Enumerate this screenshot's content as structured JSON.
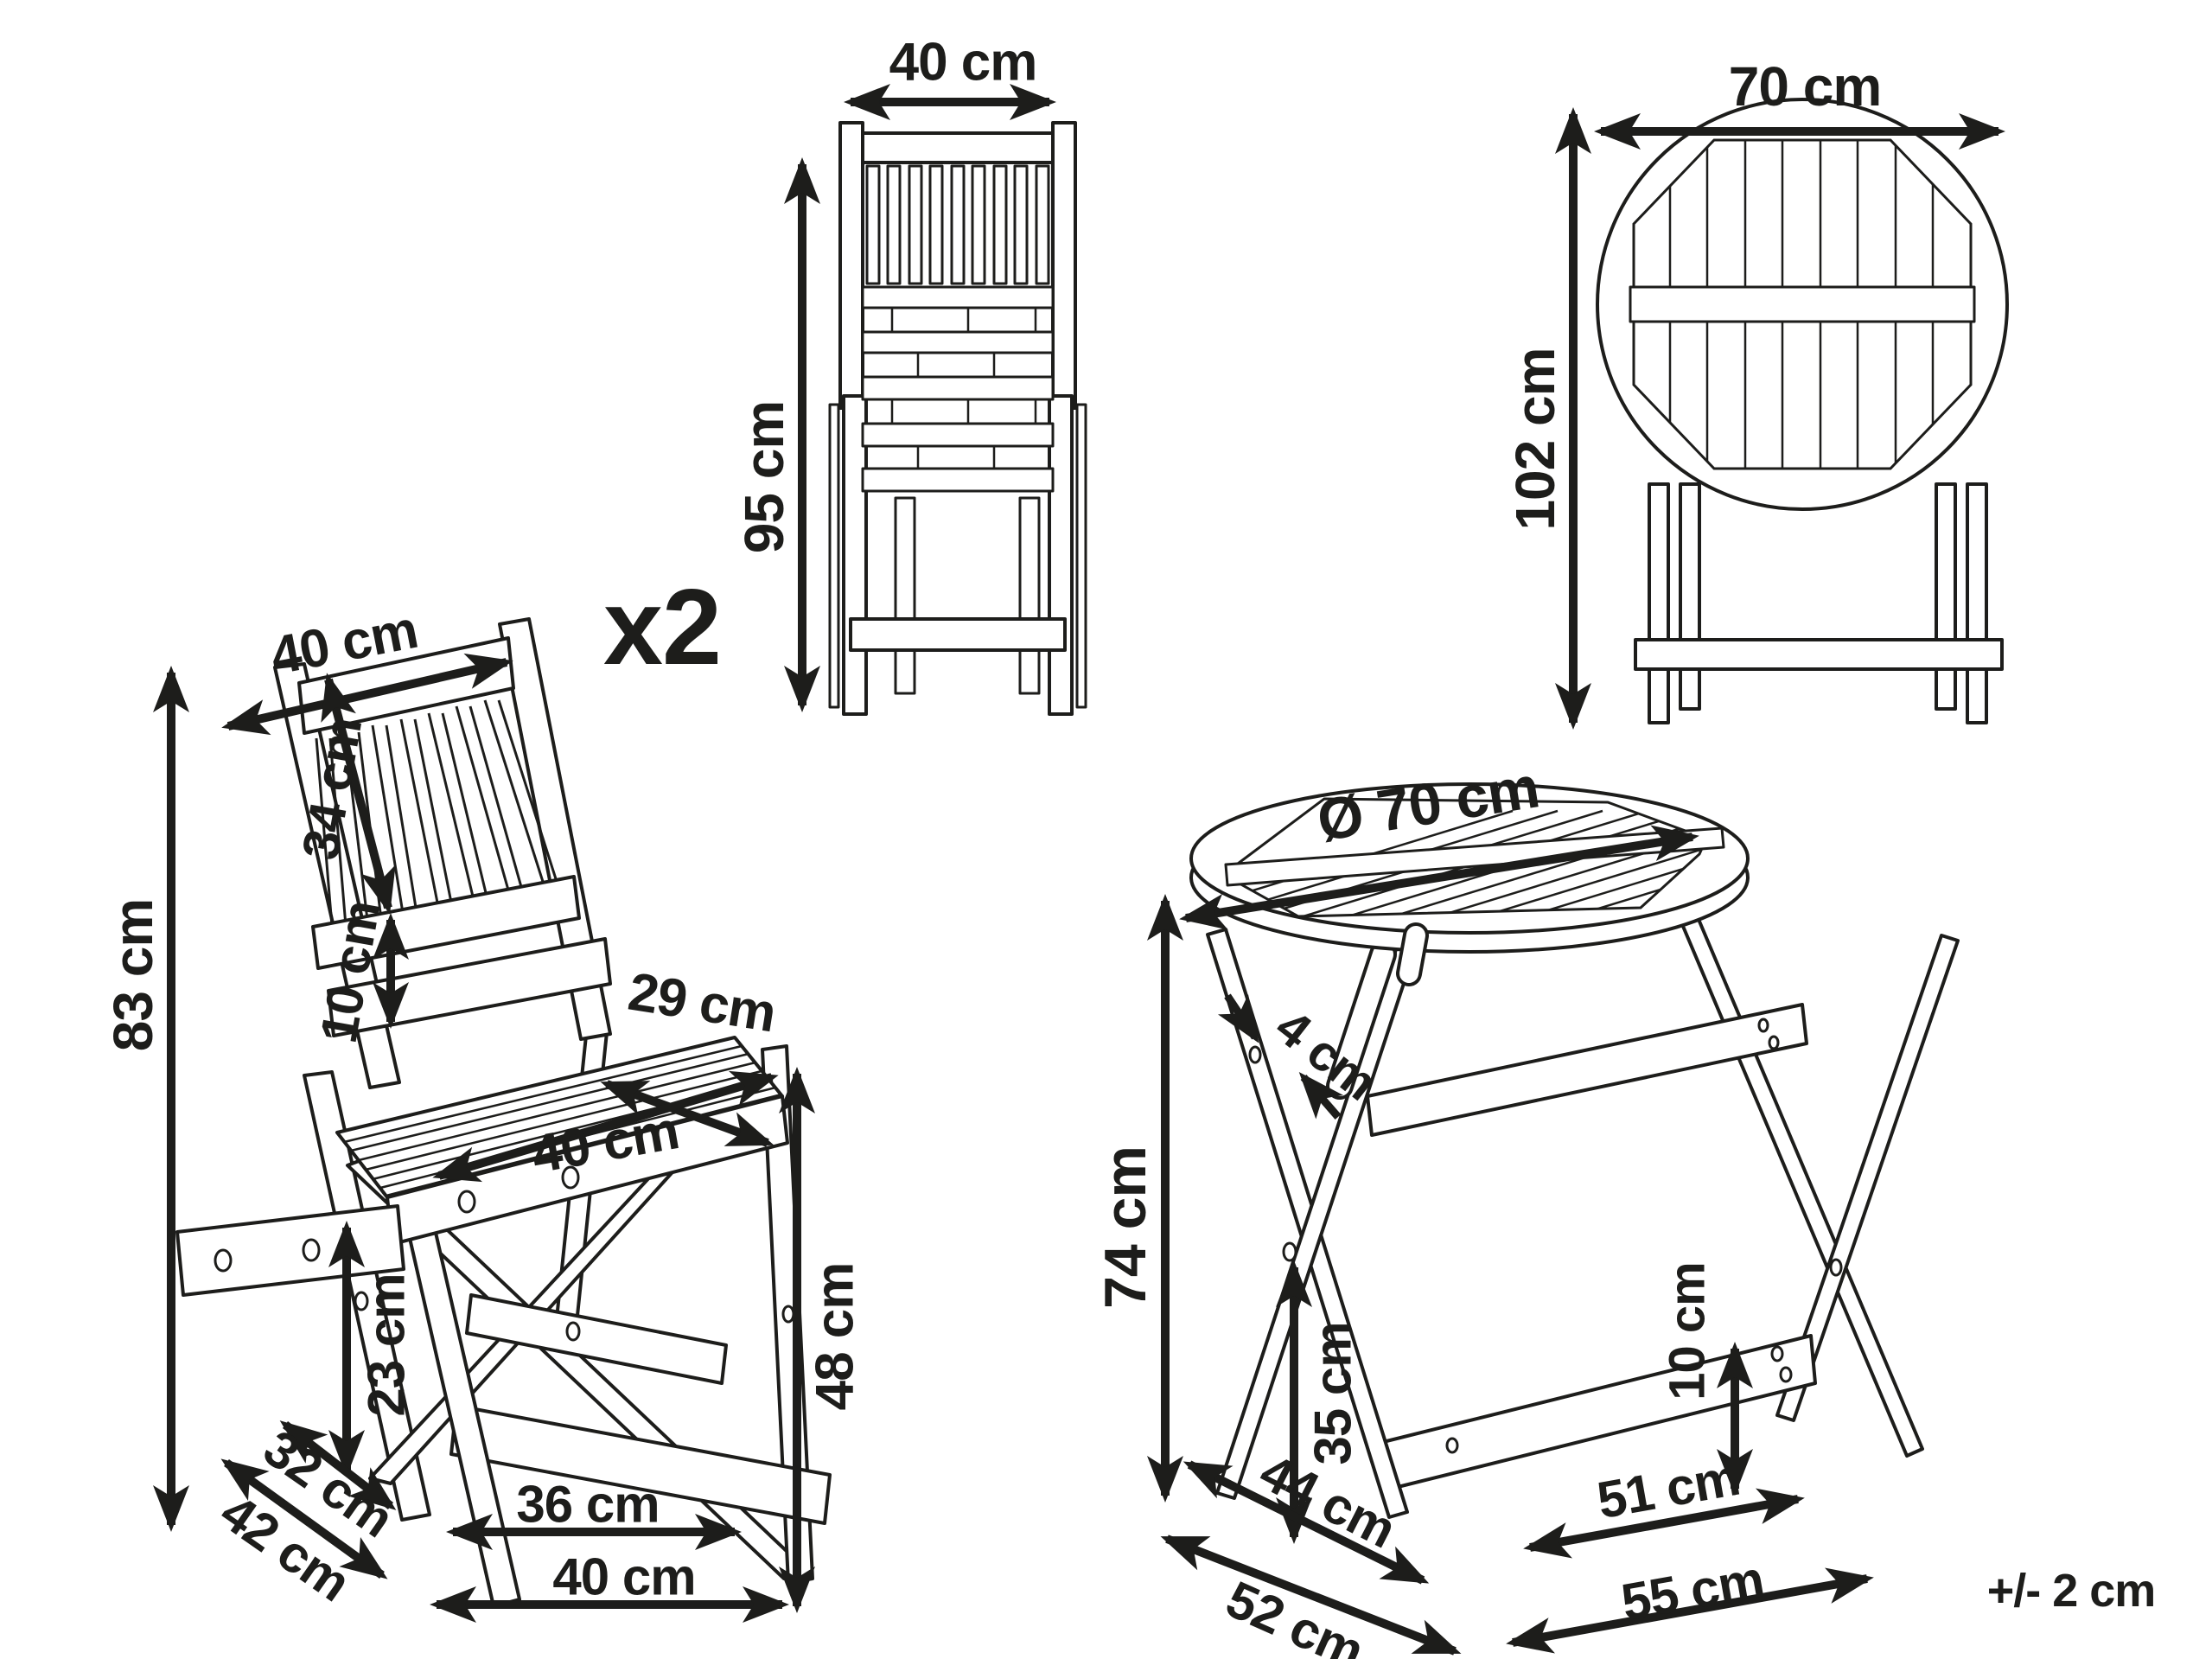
{
  "tolerance_note": "+/- 2 cm",
  "chair": {
    "quantity": "x2",
    "back_width": "40 cm",
    "backrest_height": "34 cm",
    "backrest_gap": "10 cm",
    "seat_depth": "29 cm",
    "seat_width": "40 cm",
    "height": "83 cm",
    "seat_height": "48 cm",
    "stretcher_height": "23 cm",
    "depth_upper": "32 cm",
    "depth_floor": "42 cm",
    "base_width_inner": "36 cm",
    "base_width_outer": "40 cm",
    "folded": {
      "width": "40 cm",
      "height": "95 cm"
    }
  },
  "table": {
    "diameter": "Ø 70 cm",
    "height": "74 cm",
    "top_thickness": "4 cm",
    "cross_brace_height": "35 cm",
    "depth_inner": "44 cm",
    "depth_outer": "52 cm",
    "stretcher_width": "51 cm",
    "base_width": "55 cm",
    "stretcher_clearance": "10 cm",
    "folded": {
      "width": "70 cm",
      "height": "102 cm"
    }
  }
}
